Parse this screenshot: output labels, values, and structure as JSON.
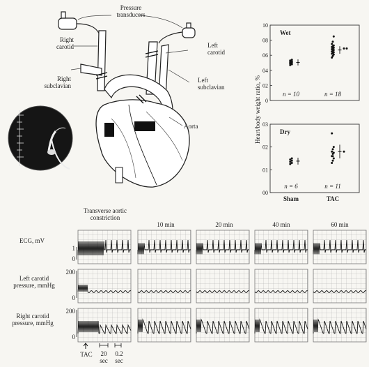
{
  "anatomy": {
    "pressure_transducers": "Pressure transducers",
    "right_carotid": "Right carotid",
    "left_carotid": "Left carotid",
    "right_subclavian": "Right subclavian",
    "left_subclavian": "Left subclavian",
    "aorta": "Aorta"
  },
  "chart_data": [
    {
      "type": "scatter",
      "title": "Wet",
      "ylabel": "Heart/body weight ratio, %",
      "ylim": [
        0,
        1.0
      ],
      "yticks": [
        "0",
        "02",
        "04",
        "06",
        "08",
        "10"
      ],
      "categories": [
        "Sham",
        "TAC"
      ],
      "sham_points": [
        0.47,
        0.48,
        0.49,
        0.5,
        0.5,
        0.51,
        0.51,
        0.52,
        0.53,
        0.54
      ],
      "tac_points": [
        0.57,
        0.59,
        0.61,
        0.62,
        0.63,
        0.64,
        0.65,
        0.66,
        0.67,
        0.68,
        0.69,
        0.7,
        0.71,
        0.72,
        0.73,
        0.75,
        0.78,
        0.85
      ],
      "sham_mean": 0.505,
      "sham_err": 0.04,
      "tac_mean": 0.67,
      "tac_err": 0.05,
      "tac_extra_points": [
        0.69,
        0.69
      ],
      "n_labels": [
        "n = 10",
        "n = 18"
      ]
    },
    {
      "type": "scatter",
      "title": "Dry",
      "ylabel": "Heart/body weight ratio, %",
      "ylim": [
        0,
        0.3
      ],
      "yticks": [
        "00",
        "01",
        "02",
        "03"
      ],
      "categories": [
        "Sham",
        "TAC"
      ],
      "sham_points": [
        0.125,
        0.13,
        0.135,
        0.14,
        0.145,
        0.15
      ],
      "tac_points": [
        0.13,
        0.14,
        0.15,
        0.16,
        0.17,
        0.175,
        0.18,
        0.19,
        0.2,
        0.26,
        0.16
      ],
      "sham_mean": 0.138,
      "sham_err": 0.015,
      "tac_mean": 0.18,
      "tac_err": 0.03,
      "tac_extra_points": [
        0.18
      ],
      "n_labels": [
        "n = 6",
        "n = 11"
      ]
    }
  ],
  "traces": {
    "col_titles": [
      "Transverse aortic constriction",
      "10 min",
      "20 min",
      "40 min",
      "60 min"
    ],
    "row_labels": [
      "ECG, mV",
      "Left carotid pressure, mmHg",
      "Right carotid pressure, mmHg"
    ],
    "ecg_ticks": [
      "1",
      "0"
    ],
    "pressure_ticks": [
      "200",
      "0"
    ],
    "tac_marker": "TAC",
    "time_marks": [
      "20 sec",
      "0.2 sec"
    ]
  }
}
